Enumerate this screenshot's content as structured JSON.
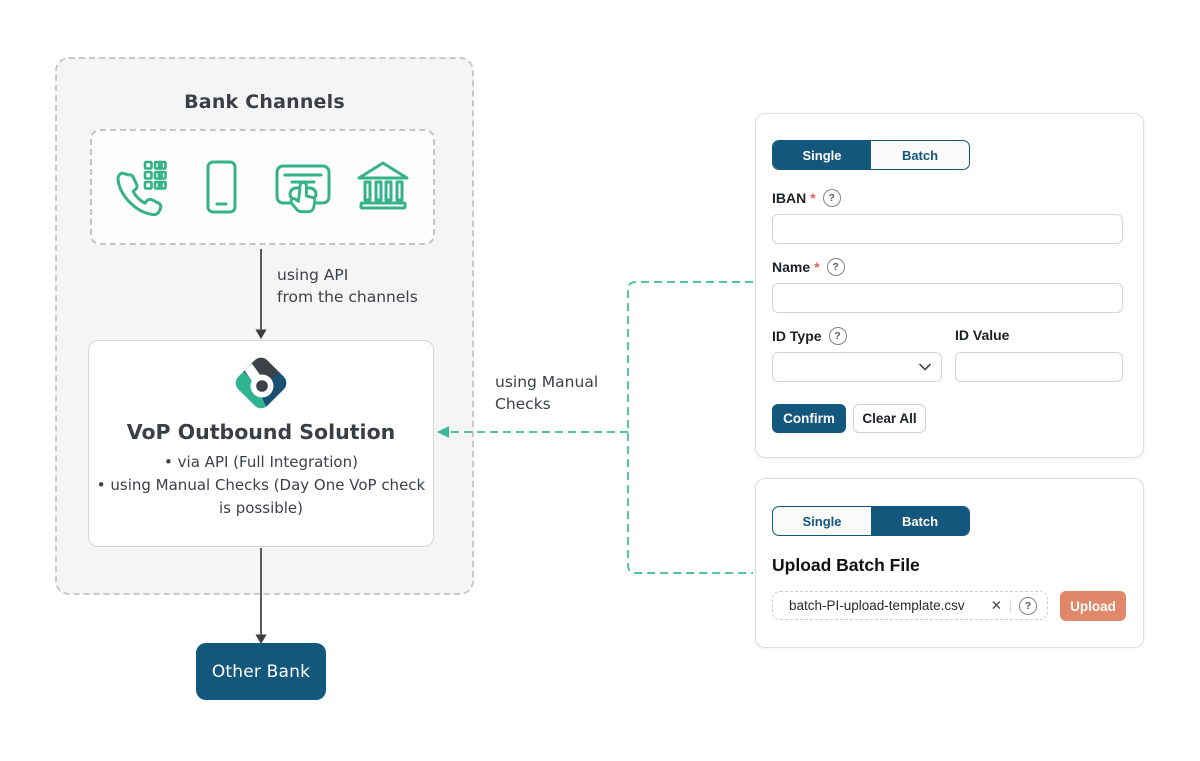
{
  "diagram": {
    "bank_channels": {
      "title": "Bank Channels",
      "channel_icons": [
        "phone-keypad-icon",
        "smartphone-icon",
        "card-tap-icon",
        "bank-icon"
      ]
    },
    "api_arrow_label": {
      "line1": "using API",
      "line2": "from the channels"
    },
    "manual_arrow_label": {
      "line1": "using Manual",
      "line2": "Checks"
    },
    "vop_box": {
      "logo": "b-diamond-logo",
      "title": "VoP Outbound Solution",
      "bullets": [
        "via API (Full Integration)",
        "using Manual Checks (Day One VoP check is possible)"
      ]
    },
    "other_bank": {
      "label": "Other Bank"
    }
  },
  "single_check_panel": {
    "tabs": [
      {
        "label": "Single",
        "active": true
      },
      {
        "label": "Batch",
        "active": false
      }
    ],
    "fields": {
      "iban": {
        "label": "IBAN",
        "required_mark": "*",
        "value": ""
      },
      "name": {
        "label": "Name",
        "required_mark": "*",
        "value": ""
      },
      "id_type": {
        "label": "ID Type",
        "value": ""
      },
      "id_value": {
        "label": "ID Value",
        "value": ""
      }
    },
    "buttons": {
      "confirm": "Confirm",
      "clear_all": "Clear All"
    }
  },
  "batch_panel": {
    "tabs": [
      {
        "label": "Single",
        "active": false
      },
      {
        "label": "Batch",
        "active": true
      }
    ],
    "heading": "Upload Batch File",
    "file_field": {
      "file_name": "batch-PI-upload-template.csv"
    },
    "upload_button": "Upload"
  },
  "icons": {
    "help": "?",
    "close": "✕"
  },
  "colors": {
    "navy": "#14577d",
    "icon_teal": "#35b289",
    "dash_green": "#3bbb93",
    "salmon": "#e2876a",
    "required_red": "#e0654f",
    "logo_teal": "#2fb492",
    "logo_charcoal": "#3e4147",
    "logo_navy": "#1b4f72"
  }
}
